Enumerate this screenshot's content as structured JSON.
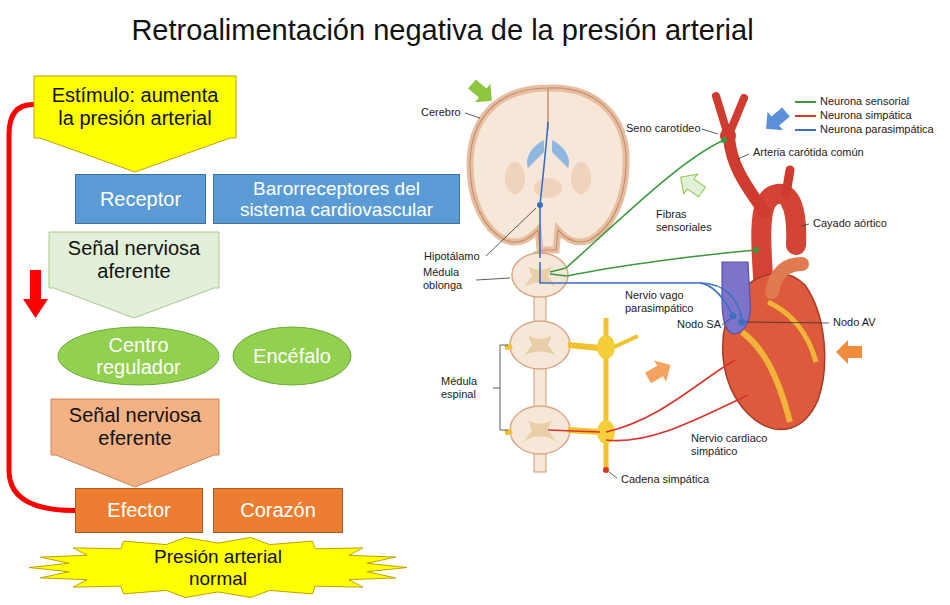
{
  "diagram": {
    "title": "Retroalimentación negativa de la presión arterial",
    "nodes": [
      {
        "text": [
          "Estímulo: aumenta la presión arterial"
        ]
      },
      {
        "text": [
          "Receptor"
        ]
      },
      {
        "text": [
          "Barorreceptores del sistema cardiovascular"
        ]
      },
      {
        "text": [
          "Señal nerviosa aferente"
        ]
      },
      {
        "text": [
          "Centro regulador"
        ]
      },
      {
        "text": [
          "Encéfalo"
        ]
      },
      {
        "text": [
          "Señal nerviosa eferente"
        ]
      },
      {
        "text": [
          "Efector"
        ]
      },
      {
        "text": [
          "Corazón"
        ]
      },
      {
        "text": [
          "Presión arterial normal"
        ]
      }
    ],
    "edges": [
      {
        "from": 7,
        "to": 0,
        "arrow": "none"
      }
    ],
    "labels": [
      "Cerebro",
      "Seno carotídeo",
      "Arteria carótida común",
      "Fibras sensoriales",
      "Cayado aórtico",
      "Hipotálamo",
      "Médula oblonga",
      "Nervio vago parasimpático",
      "Nodo SA",
      "Nodo AV",
      "Médula espinal",
      "Nervio cardiaco simpático",
      "Cadena simpática"
    ],
    "legend": [
      {
        "text": "Neurona sensorial"
      },
      {
        "text": "Neurona simpática"
      },
      {
        "text": "Neurona parasimpática"
      }
    ]
  }
}
